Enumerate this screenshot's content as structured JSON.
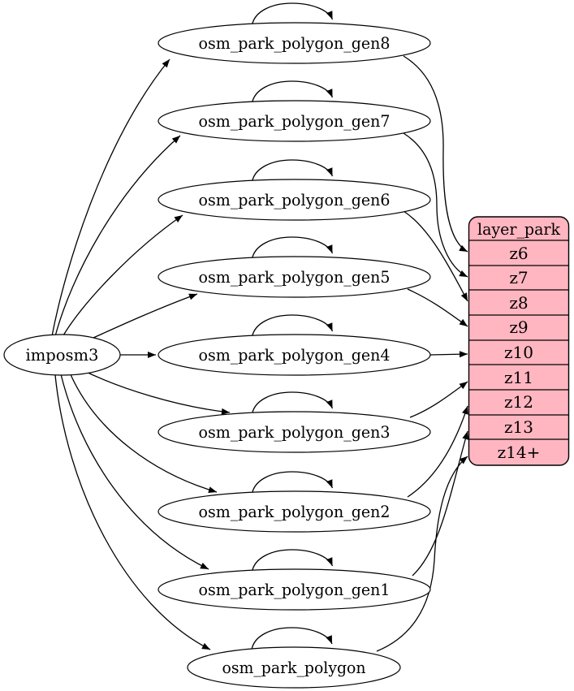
{
  "diagram": {
    "type": "graphviz-dependency-graph",
    "background_color": "#ffffff",
    "node_fill": "#ffffff",
    "node_stroke": "#000000",
    "edge_color": "#000000",
    "text_color": "#000000",
    "source_node": {
      "id": "imposm3",
      "label": "imposm3"
    },
    "table_nodes": [
      {
        "id": "osm_park_polygon_gen8",
        "label": "osm_park_polygon_gen8",
        "self_loop": true
      },
      {
        "id": "osm_park_polygon_gen7",
        "label": "osm_park_polygon_gen7",
        "self_loop": true
      },
      {
        "id": "osm_park_polygon_gen6",
        "label": "osm_park_polygon_gen6",
        "self_loop": true
      },
      {
        "id": "osm_park_polygon_gen5",
        "label": "osm_park_polygon_gen5",
        "self_loop": true
      },
      {
        "id": "osm_park_polygon_gen4",
        "label": "osm_park_polygon_gen4",
        "self_loop": true
      },
      {
        "id": "osm_park_polygon_gen3",
        "label": "osm_park_polygon_gen3",
        "self_loop": true
      },
      {
        "id": "osm_park_polygon_gen2",
        "label": "osm_park_polygon_gen2",
        "self_loop": true
      },
      {
        "id": "osm_park_polygon_gen1",
        "label": "osm_park_polygon_gen1",
        "self_loop": true
      },
      {
        "id": "osm_park_polygon",
        "label": "osm_park_polygon",
        "self_loop": true
      }
    ],
    "layer_node": {
      "id": "layer_park",
      "title": "layer_park",
      "fill": "#ffb6c1",
      "stroke": "#000000",
      "rows": [
        "z6",
        "z7",
        "z8",
        "z9",
        "z10",
        "z11",
        "z12",
        "z13",
        "z14+"
      ]
    },
    "edges": [
      {
        "from": "imposm3",
        "to": "osm_park_polygon_gen8"
      },
      {
        "from": "imposm3",
        "to": "osm_park_polygon_gen7"
      },
      {
        "from": "imposm3",
        "to": "osm_park_polygon_gen6"
      },
      {
        "from": "imposm3",
        "to": "osm_park_polygon_gen5"
      },
      {
        "from": "imposm3",
        "to": "osm_park_polygon_gen4"
      },
      {
        "from": "imposm3",
        "to": "osm_park_polygon_gen3"
      },
      {
        "from": "imposm3",
        "to": "osm_park_polygon_gen2"
      },
      {
        "from": "imposm3",
        "to": "osm_park_polygon_gen1"
      },
      {
        "from": "imposm3",
        "to": "osm_park_polygon"
      },
      {
        "from": "osm_park_polygon_gen8",
        "to": "layer_park:z6"
      },
      {
        "from": "osm_park_polygon_gen7",
        "to": "layer_park:z7"
      },
      {
        "from": "osm_park_polygon_gen6",
        "to": "layer_park:z8"
      },
      {
        "from": "osm_park_polygon_gen5",
        "to": "layer_park:z9"
      },
      {
        "from": "osm_park_polygon_gen4",
        "to": "layer_park:z10"
      },
      {
        "from": "osm_park_polygon_gen3",
        "to": "layer_park:z11"
      },
      {
        "from": "osm_park_polygon_gen2",
        "to": "layer_park:z12"
      },
      {
        "from": "osm_park_polygon_gen1",
        "to": "layer_park:z13"
      },
      {
        "from": "osm_park_polygon",
        "to": "layer_park:z14+"
      },
      {
        "from": "osm_park_polygon_gen8",
        "to": "osm_park_polygon_gen8"
      },
      {
        "from": "osm_park_polygon_gen7",
        "to": "osm_park_polygon_gen7"
      },
      {
        "from": "osm_park_polygon_gen6",
        "to": "osm_park_polygon_gen6"
      },
      {
        "from": "osm_park_polygon_gen5",
        "to": "osm_park_polygon_gen5"
      },
      {
        "from": "osm_park_polygon_gen4",
        "to": "osm_park_polygon_gen4"
      },
      {
        "from": "osm_park_polygon_gen3",
        "to": "osm_park_polygon_gen3"
      },
      {
        "from": "osm_park_polygon_gen2",
        "to": "osm_park_polygon_gen2"
      },
      {
        "from": "osm_park_polygon_gen1",
        "to": "osm_park_polygon_gen1"
      },
      {
        "from": "osm_park_polygon",
        "to": "osm_park_polygon"
      }
    ]
  }
}
